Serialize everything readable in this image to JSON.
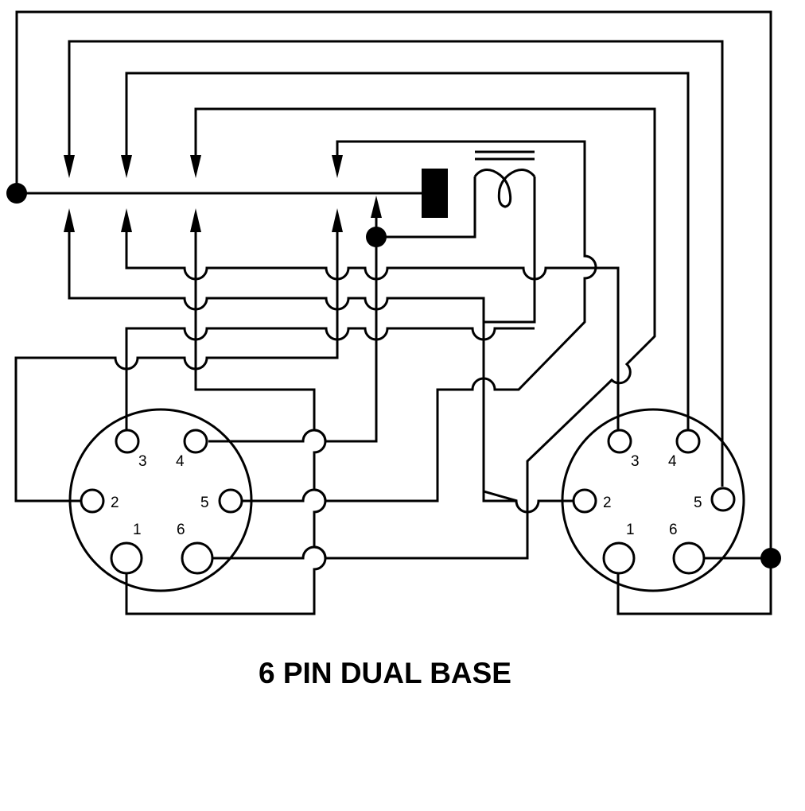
{
  "title": "6 PIN DUAL BASE",
  "bases": [
    {
      "name": "left-base",
      "pins": [
        {
          "id": "1",
          "label": "1"
        },
        {
          "id": "2",
          "label": "2"
        },
        {
          "id": "3",
          "label": "3"
        },
        {
          "id": "4",
          "label": "4"
        },
        {
          "id": "5",
          "label": "5"
        },
        {
          "id": "6",
          "label": "6"
        }
      ]
    },
    {
      "name": "right-base",
      "pins": [
        {
          "id": "1",
          "label": "1"
        },
        {
          "id": "2",
          "label": "2"
        },
        {
          "id": "3",
          "label": "3"
        },
        {
          "id": "4",
          "label": "4"
        },
        {
          "id": "5",
          "label": "5"
        },
        {
          "id": "6",
          "label": "6"
        }
      ]
    }
  ],
  "components": {
    "switch_block": "black-rectangle",
    "coil": "heater-coil-with-double-bar",
    "junction_dots": 3,
    "arrow_contacts": 9
  },
  "colors": {
    "line": "#000000",
    "background": "#ffffff"
  }
}
